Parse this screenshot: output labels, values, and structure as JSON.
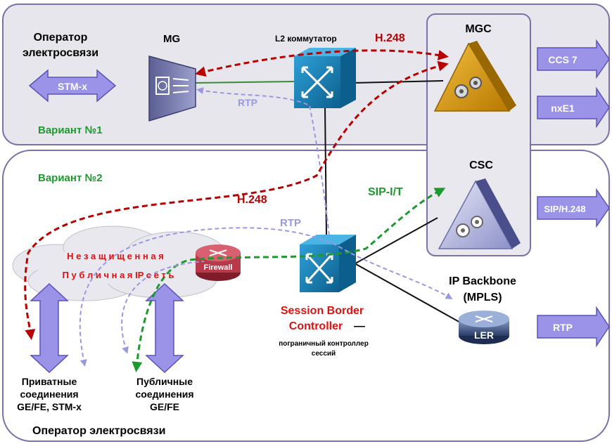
{
  "variant1": {
    "operator": [
      "Оператор",
      "электросвязи"
    ],
    "variant_label": "Вариант №1",
    "mg_label": "MG",
    "stm_arrow": "STM-x",
    "l2_switch": "L2 коммутатор",
    "rtp_label": "RTP",
    "h248_label": "H.248"
  },
  "mgc_panel": {
    "mgc_label": "MGC",
    "csc_label": "CSC"
  },
  "right_arrows": [
    "CCS 7",
    "nxE1",
    "SIP/H.248",
    "RTP"
  ],
  "variant2": {
    "variant_label": "Вариант №2",
    "h248_label": "H.248",
    "sip_label": "SIP-I/T",
    "rtp_label": "RTP",
    "cloud_line1": "Н е з а щ и щ е н н а я",
    "cloud_line2": "П у б л и ч н а я   IP  с е т ь",
    "firewall": "Firewall",
    "sbc_title": [
      "Session Border",
      "Controller"
    ],
    "sbc_dash": "—",
    "sbc_sub": [
      "пограничный контроллер",
      "сессий"
    ],
    "backbone": [
      "IP Backbone",
      "(MPLS)"
    ],
    "ler": "LER",
    "private_conn": [
      "Приватные",
      "соединения",
      "GE/FE, STM-x"
    ],
    "public_conn": [
      "Публичные",
      "соединения",
      "GE/FE"
    ],
    "operator_bottom": "Оператор электросвязи"
  },
  "colors": {
    "panel_fill": "#e6e6ec",
    "panel_stroke": "#7a72a8",
    "arrow_fill": "#9a93e8",
    "arrow_stroke": "#5a52b8",
    "h248": "#b80000",
    "sip": "#1d9a2d",
    "rtp": "#9a98e0",
    "green_text": "#1d9a2d",
    "red_text": "#e01010",
    "switch_blue": "#1a7cb0",
    "mgc_gold": "#e0a020"
  }
}
